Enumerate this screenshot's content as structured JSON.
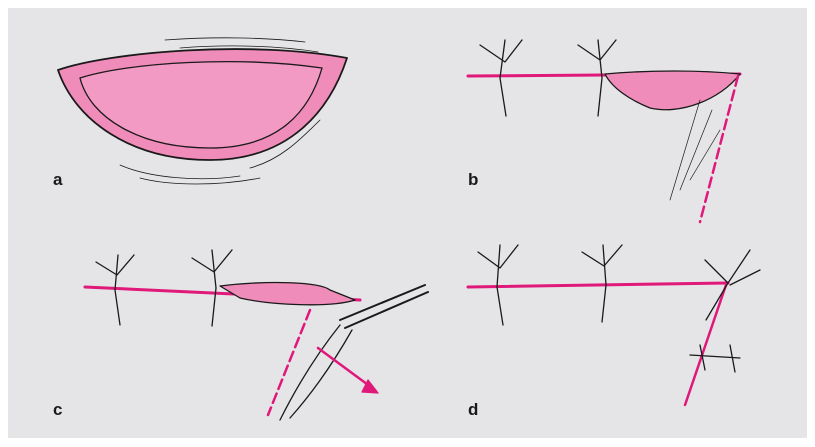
{
  "panels": [
    {
      "label": "a"
    },
    {
      "label": "b"
    },
    {
      "label": "c"
    },
    {
      "label": "d"
    }
  ],
  "colors": {
    "background": "#e5e5e7",
    "tissue": "#f08cba",
    "incision": "#e0187a",
    "ink": "#1a1a1a"
  }
}
